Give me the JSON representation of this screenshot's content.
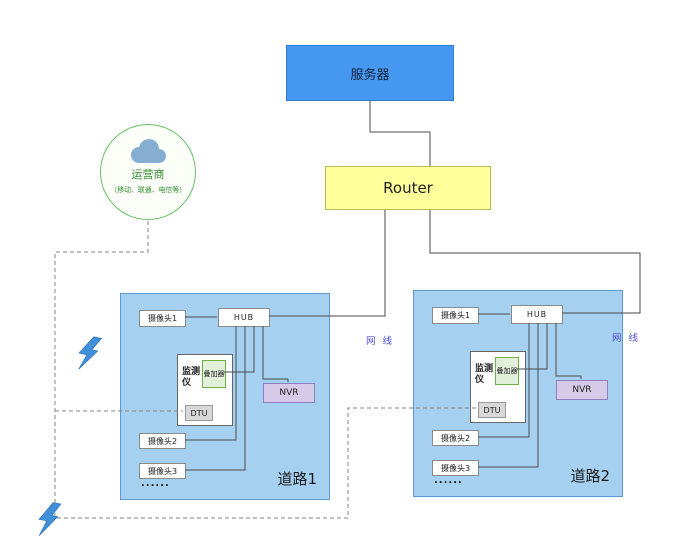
{
  "diagram": {
    "server": {
      "label": "服务器",
      "fill": "#4697f0"
    },
    "router": {
      "label": "Router",
      "fill": "#ffff9c"
    },
    "carrier": {
      "name": "运营商",
      "subtitle": "（移动、联通、电信等）",
      "icon": "cloud-icon",
      "accent_color": "#2e8b2e"
    },
    "cable_label": "网 线",
    "cable_color": "#4f4fd8",
    "roads": [
      {
        "title": "道路1",
        "cameras": [
          "摄像头1",
          "摄像头2",
          "摄像头3"
        ],
        "hub_label": "HUB",
        "monitor_label": "监测仪",
        "overlay_label": "叠加器",
        "dtu_label": "DTU",
        "nvr_label": "NVR",
        "ellipsis": "......"
      },
      {
        "title": "道路2",
        "cameras": [
          "摄像头1",
          "摄像头2",
          "摄像头3"
        ],
        "hub_label": "HUB",
        "monitor_label": "监测仪",
        "overlay_label": "叠加器",
        "dtu_label": "DTU",
        "nvr_label": "NVR",
        "ellipsis": "......"
      }
    ],
    "icons": {
      "wireless": "lightning-icon",
      "carrier": "cloud-icon"
    },
    "colors": {
      "road_fill": "#a6d0f0",
      "nvr_fill": "#d5cae8",
      "overlay_fill": "#e2efd9",
      "dtu_fill": "#d8d8d8",
      "bolt_fill": "#3f8fd9"
    }
  }
}
